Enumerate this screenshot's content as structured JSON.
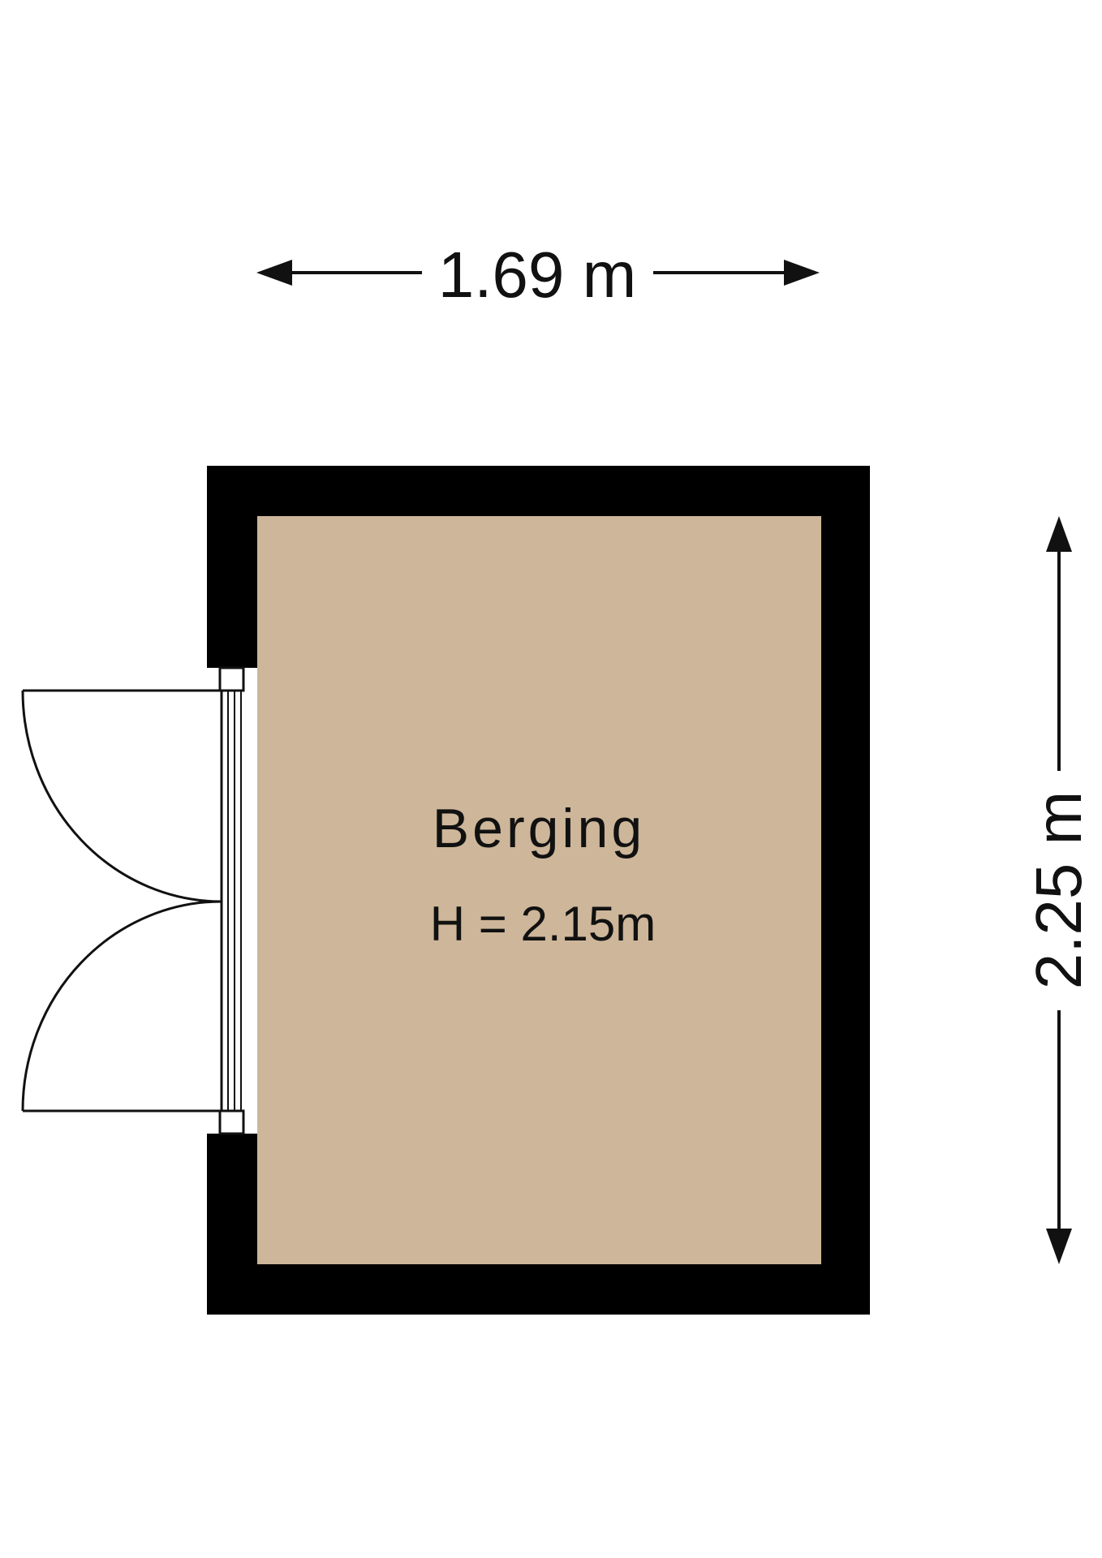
{
  "plan": {
    "width_label": "1.69 m",
    "depth_label": "2.25 m",
    "room": {
      "name": "Berging",
      "height_label": "H = 2.15m"
    }
  },
  "colors": {
    "floor": "#cdb699",
    "wall": "#000000",
    "line": "#111111",
    "background": "#ffffff"
  }
}
